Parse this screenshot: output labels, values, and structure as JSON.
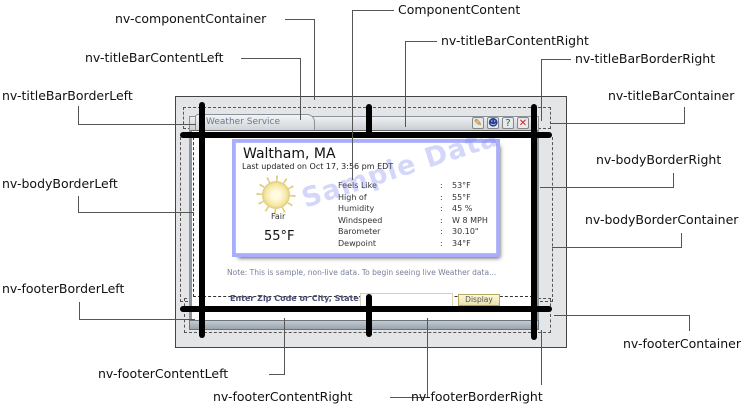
{
  "labels": {
    "component_container": "nv-componentContainer",
    "component_content": "ComponentContent",
    "title_bar_content_left": "nv-titleBarContentLeft",
    "title_bar_content_right": "nv-titleBarContentRight",
    "title_bar_border_left": "nv-titleBarBorderLeft",
    "title_bar_border_right": "nv-titleBarBorderRight",
    "title_bar_container": "nv-titleBarContainer",
    "body_border_left": "nv-bodyBorderLeft",
    "body_border_right": "nv-bodyBorderRight",
    "body_border_container": "nv-bodyBorderContainer",
    "footer_border_left": "nv-footerBorderLeft",
    "footer_container": "nv-footerContainer",
    "footer_content_left": "nv-footerContentLeft",
    "footer_content_right": "nv-footerContentRight",
    "footer_border_right": "nv-footerBorderRight"
  },
  "widget": {
    "title": "Weather Service",
    "toolbar_icons": [
      "edit-icon",
      "user-icon",
      "help-icon",
      "close-icon"
    ],
    "city": "Waltham, MA",
    "last_updated": "Last updated on Oct 17, 3:56 pm EDT",
    "condition": "Fair",
    "temperature": "55°F",
    "watermark": "Sample Data",
    "metrics": [
      {
        "name": "Feels Like",
        "sep": ":",
        "value": "53°F"
      },
      {
        "name": "High of",
        "sep": ":",
        "value": "55°F"
      },
      {
        "name": "Humidity",
        "sep": ":",
        "value": "45 %"
      },
      {
        "name": "Windspeed",
        "sep": ":",
        "value": "W 8 MPH"
      },
      {
        "name": "Barometer",
        "sep": ":",
        "value": "30.10\""
      },
      {
        "name": "Dewpoint",
        "sep": ":",
        "value": "34°F"
      }
    ],
    "note": "Note: This is sample, non-live data. To begin seeing live Weather data...",
    "zip_label": "Enter Zip Code or City, State:",
    "zip_value": "",
    "display_button": "Display"
  },
  "colors": {
    "frame_bg": "#e3e5e6",
    "card_border": "#a9aefb",
    "watermark": "#7882f0",
    "note_text": "#7a7f9a"
  }
}
